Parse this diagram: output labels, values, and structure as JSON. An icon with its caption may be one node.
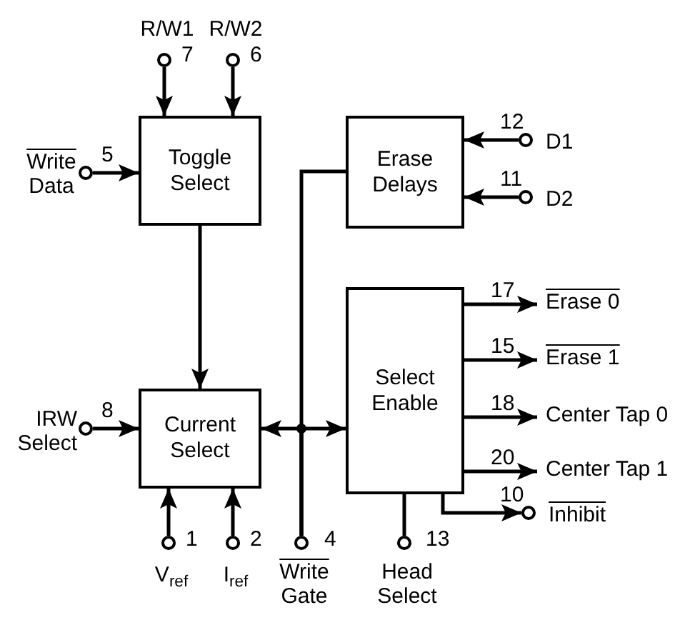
{
  "diagram": {
    "nodes": [
      {
        "text": [
          "Toggle Select"
        ]
      },
      {
        "text": [
          "Erase Delays"
        ]
      },
      {
        "text": [
          "Current Select"
        ]
      },
      {
        "text": [
          "Select Enable"
        ]
      },
      {
        "text": [
          "R/W1"
        ],
        "beside": [
          "7"
        ]
      },
      {
        "text": [
          "R/W2"
        ],
        "beside": [
          "6"
        ]
      },
      {
        "text": [
          "Write Data"
        ],
        "beside": [
          "5"
        ]
      },
      {
        "text": [
          "D1"
        ],
        "beside": [
          "12"
        ]
      },
      {
        "text": [
          "D2"
        ],
        "beside": [
          "11"
        ]
      },
      {
        "text": [
          "IRW Select"
        ],
        "beside": [
          "8"
        ]
      },
      {
        "text": [
          "Erase 0"
        ]
      },
      {
        "text": [
          "Erase 1"
        ]
      },
      {
        "text": [
          "Center Tap 0"
        ]
      },
      {
        "text": [
          "Center Tap 1"
        ]
      },
      {
        "text": [
          "Inhibit"
        ],
        "beside": [
          "10"
        ]
      },
      {
        "text": [
          "V$_{ref}$"
        ],
        "beside": [
          "1"
        ]
      },
      {
        "text": [
          "I$_{ref}$"
        ],
        "beside": [
          "2"
        ]
      },
      {
        "text": [
          "Write Gate"
        ],
        "beside": [
          "4"
        ]
      },
      {
        "text": [
          "Head Select"
        ],
        "beside": [
          "13"
        ]
      }
    ],
    "edges": [
      {
        "from": 4,
        "to": 0,
        "arrow": "to"
      },
      {
        "from": 5,
        "to": 0,
        "arrow": "to"
      },
      {
        "from": 6,
        "to": 0,
        "arrow": "to"
      },
      {
        "from": 0,
        "to": 2,
        "arrow": "to"
      },
      {
        "from": 7,
        "to": 1,
        "arrow": "to"
      },
      {
        "from": 8,
        "to": 1,
        "arrow": "to"
      },
      {
        "from": 9,
        "to": 2,
        "arrow": "to"
      },
      {
        "from": 15,
        "to": 2,
        "arrow": "to"
      },
      {
        "from": 16,
        "to": 2,
        "arrow": "to"
      },
      {
        "from": 17,
        "to": 2,
        "arrow": "to"
      },
      {
        "from": 17,
        "to": 3,
        "arrow": "to"
      },
      {
        "from": 17,
        "to": 1,
        "arrow": "none"
      },
      {
        "from": 3,
        "to": 10,
        "arrow": "to",
        "label": "17"
      },
      {
        "from": 3,
        "to": 11,
        "arrow": "to",
        "label": "15"
      },
      {
        "from": 3,
        "to": 12,
        "arrow": "to",
        "label": "18"
      },
      {
        "from": 3,
        "to": 13,
        "arrow": "to",
        "label": "20"
      },
      {
        "from": 3,
        "to": 14,
        "arrow": "to"
      },
      {
        "from": 18,
        "to": 3,
        "arrow": "none"
      }
    ]
  }
}
